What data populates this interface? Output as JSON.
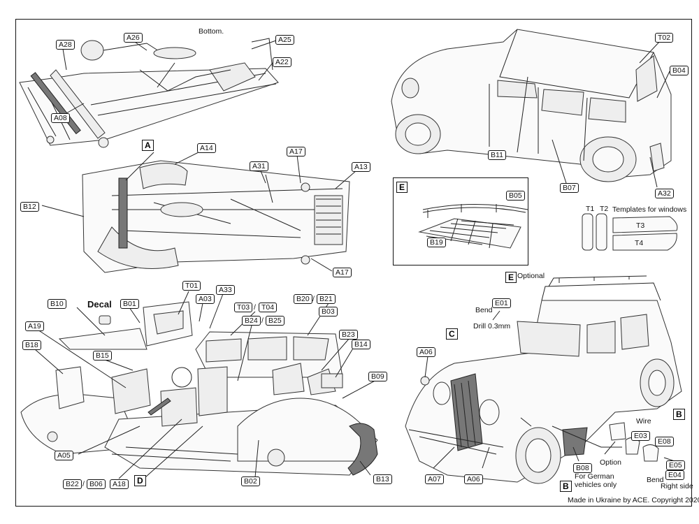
{
  "texts": {
    "bottom": "Bottom.",
    "decal": "Decal",
    "optional": "Optional",
    "bend": "Bend",
    "drill": "Drill 0.3mm",
    "templates": "Templates for windows",
    "wire": "Wire",
    "option": "Option",
    "bend2": "Bend",
    "right_side": "Right side",
    "german": "For German\nvehicles only",
    "made_in": "Made in Ukraine by ACE. Copyright 2020.",
    "slash": "/"
  },
  "sections": {
    "A": "A",
    "C": "C",
    "D": "D",
    "E_main": "E",
    "E_box": "E",
    "B_front": "B",
    "B_rear": "B"
  },
  "labels": {
    "A28": "A28",
    "A26": "A26",
    "A25": "A25",
    "A22": "A22",
    "A08": "A08",
    "A14": "A14",
    "A17a": "A17",
    "A31": "A31",
    "A13": "A13",
    "B12": "B12",
    "A17b": "A17",
    "T02": "T02",
    "B04": "B04",
    "B11": "B11",
    "B07": "B07",
    "A32": "A32",
    "B05": "B05",
    "B19": "B19",
    "T1": "T1",
    "T2": "T2",
    "T3": "T3",
    "T4": "T4",
    "T01": "T01",
    "A33": "A33",
    "A03": "A03",
    "B10": "B10",
    "B01": "B01",
    "T03": "T03",
    "T04": "T04",
    "B20": "B20",
    "B21": "B21",
    "B24": "B24",
    "B25": "B25",
    "B03": "B03",
    "A19": "A19",
    "B18": "B18",
    "B15": "B15",
    "B23": "B23",
    "B14": "B14",
    "B09": "B09",
    "A05": "A05",
    "B22": "B22",
    "B06": "B06",
    "A18": "A18",
    "B02": "B02",
    "B13": "B13",
    "E01": "E01",
    "A06": "A06",
    "A07": "A07",
    "A06b": "A06",
    "B08": "B08",
    "E03": "E03",
    "E08": "E08",
    "E05": "E05",
    "E04": "E04"
  }
}
